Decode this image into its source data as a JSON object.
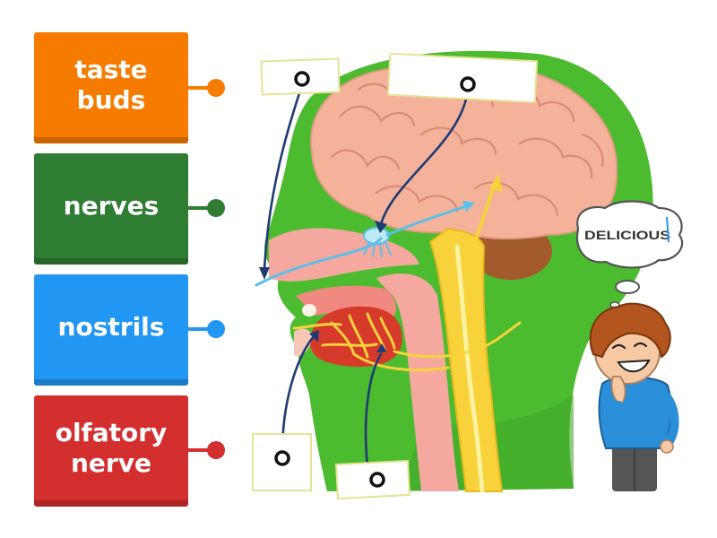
{
  "tiles": [
    {
      "label": "taste\nbuds",
      "color": "#f57c00"
    },
    {
      "label": "nerves",
      "color": "#2e7d32"
    },
    {
      "label": "nostrils",
      "color": "#2196f3"
    },
    {
      "label": "olfatory\nnerve",
      "color": "#d32f2f"
    }
  ],
  "thought_bubble": {
    "text": "DELICIOUS"
  },
  "colors": {
    "head": "#4cbb2f",
    "brain": "#f4b29a",
    "brain_fold": "#d98b78",
    "cerebellum": "#a35a2d",
    "airway": "#f4a8a0",
    "tongue": "#d63a2a",
    "spinal_cord": "#f7d23b",
    "leader_line": "#1f3b73",
    "smell_path": "#5bc0e8"
  }
}
